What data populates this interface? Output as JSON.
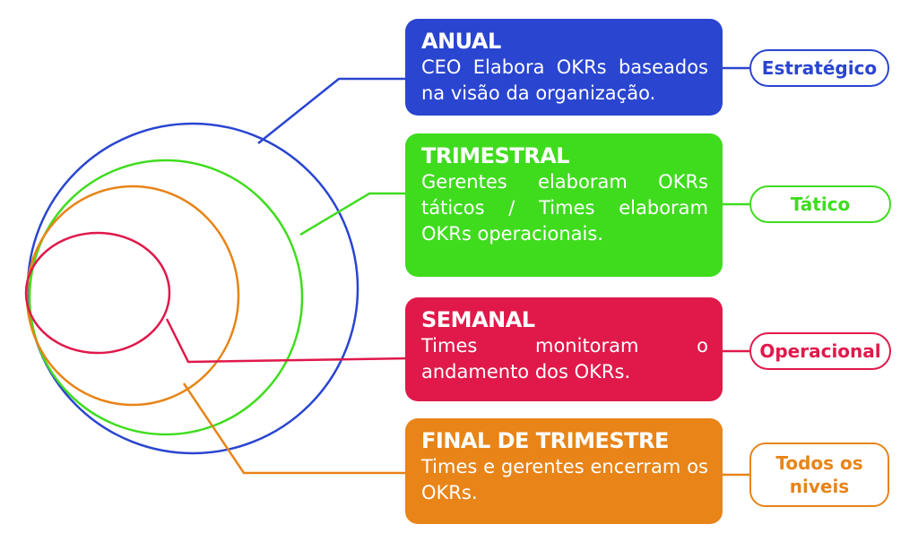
{
  "levels": [
    {
      "title": "ANUAL",
      "description": "CEO Elabora OKRs baseados na visão da organização.",
      "tag": "Estratégico",
      "color": "#2a45d0"
    },
    {
      "title": "TRIMESTRAL",
      "description": "Gerentes elaboram OKRs táticos / Times elaboram OKRs operacionais.",
      "tag": "Tático",
      "color": "#3fdc1e"
    },
    {
      "title": "SEMANAL",
      "description": "Times monitoram o andamento dos OKRs.",
      "tag": "Operacional",
      "color": "#e0194a"
    },
    {
      "title": "FINAL DE TRIMESTRE",
      "description": "Times e gerentes encerram os OKRs.",
      "tag": "Todos os\nniveis",
      "color": "#e88418"
    }
  ]
}
